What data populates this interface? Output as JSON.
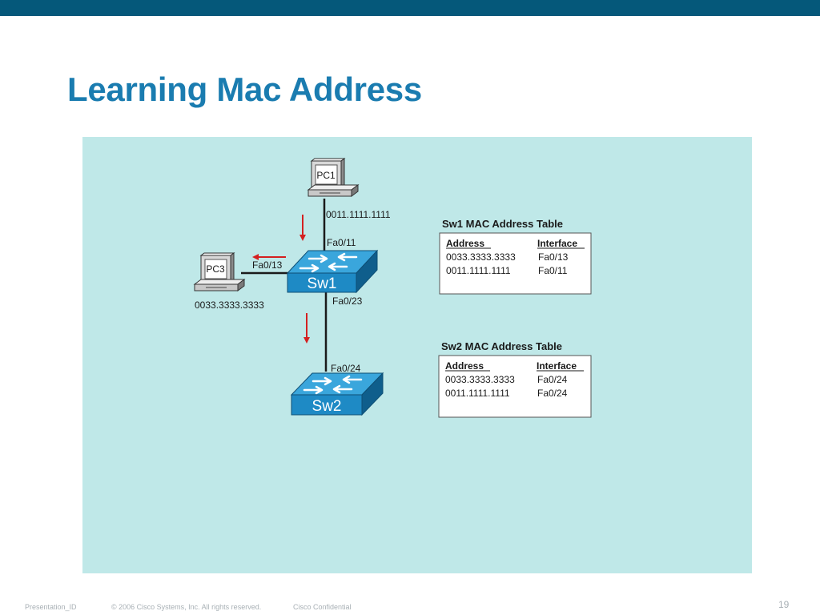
{
  "title": "Learning Mac Address",
  "diagram": {
    "pc1": {
      "label": "PC1",
      "mac": "0011.1111.1111"
    },
    "pc3": {
      "label": "PC3",
      "mac": "0033.3333.3333"
    },
    "sw1": {
      "label": "Sw1"
    },
    "sw2": {
      "label": "Sw2"
    },
    "ports": {
      "sw1_to_pc1": "Fa0/11",
      "sw1_to_pc3": "Fa0/13",
      "sw1_to_sw2": "Fa0/23",
      "sw2_to_sw1": "Fa0/24"
    },
    "sw1_table": {
      "title": "Sw1 MAC Address Table",
      "header": {
        "address": "Address",
        "interface": "Interface"
      },
      "rows": [
        {
          "address": "0033.3333.3333",
          "interface": "Fa0/13"
        },
        {
          "address": "0011.1111.1111",
          "interface": "Fa0/11"
        }
      ]
    },
    "sw2_table": {
      "title": "Sw2 MAC Address Table",
      "header": {
        "address": "Address",
        "interface": "Interface"
      },
      "rows": [
        {
          "address": "0033.3333.3333",
          "interface": "Fa0/24"
        },
        {
          "address": "0011.1111.1111",
          "interface": "Fa0/24"
        }
      ]
    }
  },
  "footer": {
    "presentation_id": "Presentation_ID",
    "copyright": "© 2006 Cisco Systems, Inc. All rights reserved.",
    "confidential": "Cisco Confidential",
    "page_number": "19"
  },
  "colors": {
    "top_bar": "#05587a",
    "title": "#1a7cb0",
    "panel": "#bfe8e8",
    "switch": "#1e8ac5",
    "arrow": "#d42020"
  }
}
